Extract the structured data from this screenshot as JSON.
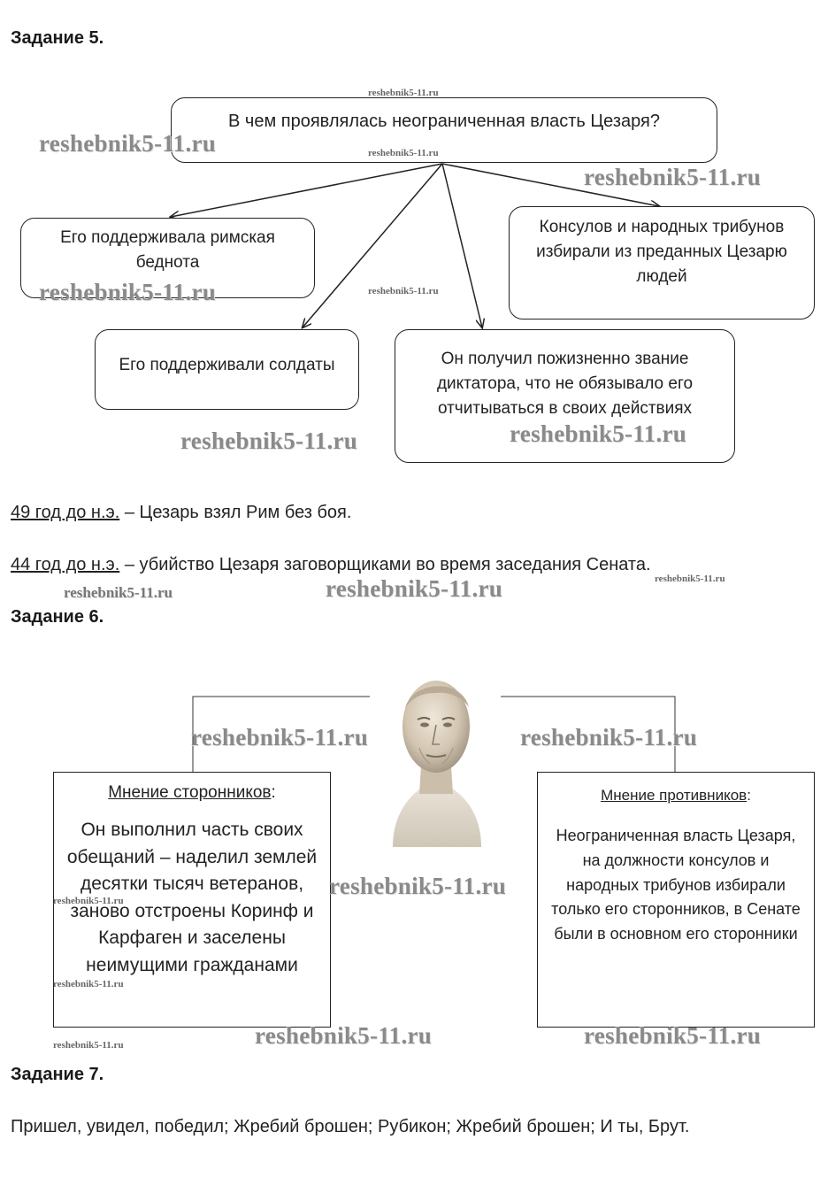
{
  "task5": {
    "heading": "Задание 5.",
    "question": "В чем проявлялась неограниченная власть Цезаря?",
    "answers": [
      "Его поддерживала римская беднота",
      "Консулов и народных трибунов избирали из преданных Цезарю людей",
      "Его поддерживали солдаты",
      "Он получил пожизненно звание диктатора, что не обязывало его отчитываться в своих действиях"
    ]
  },
  "dates": [
    {
      "date": "49 год до н.э.",
      "text": " – Цезарь взял Рим без боя."
    },
    {
      "date": "44 год до н.э.",
      "text": " – убийство Цезаря заговорщиками во время заседания Сената."
    }
  ],
  "task6": {
    "heading": "Задание 6.",
    "supporters": {
      "title": "Мнение сторонников",
      "colon": ":",
      "text": "Он выполнил часть своих обещаний – наделил землей десятки тысяч ветеранов, заново отстроены Коринф и Карфаген и заселены неимущими гражданами"
    },
    "opponents": {
      "title": "Мнение противников",
      "colon": ":",
      "text": "Неограниченная власть Цезаря, на должности консулов и народных трибунов избирали только его сторонников, в Сенате были в основном его сторонники"
    }
  },
  "task7": {
    "heading": "Задание 7.",
    "text": "Пришел, увидел, победил; Жребий брошен; Рубикон; Жребий брошен; И ты, Брут."
  },
  "watermark": "reshebnik5-11.ru"
}
